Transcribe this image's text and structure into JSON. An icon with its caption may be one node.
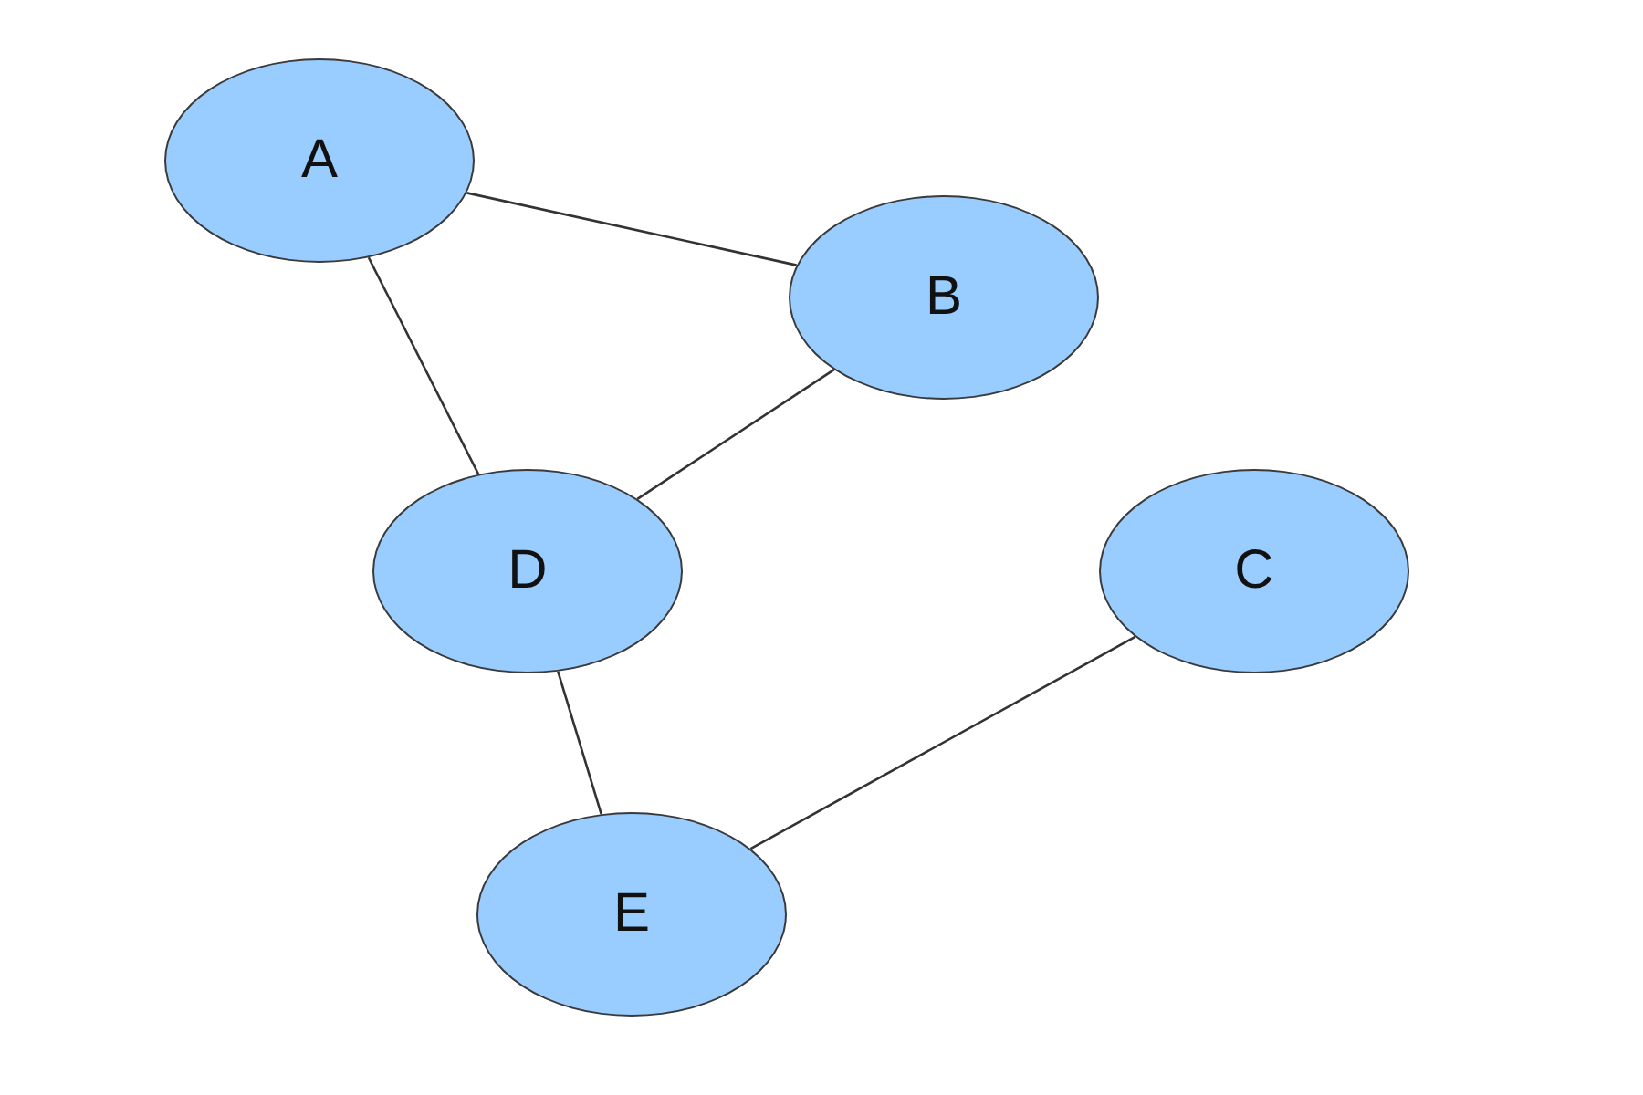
{
  "diagram": {
    "nodes": [
      {
        "text": [
          "A"
        ]
      },
      {
        "text": [
          "B"
        ]
      },
      {
        "text": [
          "D"
        ]
      },
      {
        "text": [
          "C"
        ]
      },
      {
        "text": [
          "E"
        ]
      }
    ],
    "edges": [
      {
        "from": 0,
        "to": 1,
        "arrow": "none"
      },
      {
        "from": 0,
        "to": 2,
        "arrow": "none"
      },
      {
        "from": 1,
        "to": 2,
        "arrow": "none"
      },
      {
        "from": 2,
        "to": 4,
        "arrow": "none"
      },
      {
        "from": 4,
        "to": 3,
        "arrow": "none"
      }
    ]
  }
}
